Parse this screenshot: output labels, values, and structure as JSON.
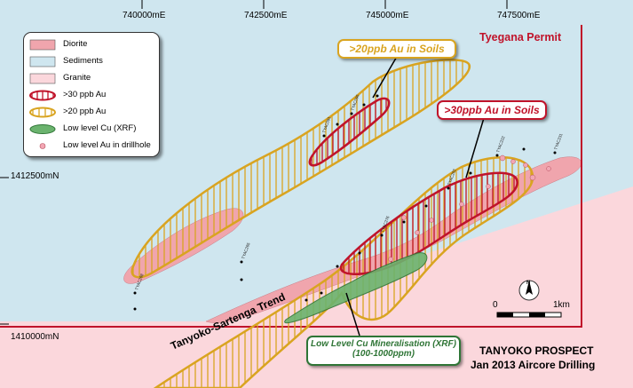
{
  "grid": {
    "eastings": [
      "740000mE",
      "742500mE",
      "745000mE",
      "747500mE"
    ],
    "northings": [
      "1412500mN",
      "1410000mN"
    ]
  },
  "legend": {
    "items": [
      {
        "label": "Diorite",
        "symbol": "diorite-swatch"
      },
      {
        "label": "Sediments",
        "symbol": "sediments-swatch"
      },
      {
        "label": "Granite",
        "symbol": "granite-swatch"
      },
      {
        "label": ">30 ppb Au",
        "symbol": "red-hatched-ellipse"
      },
      {
        "label": ">20 ppb Au",
        "symbol": "yellow-hatched-ellipse"
      },
      {
        "label": "Low level Cu (XRF)",
        "symbol": "green-ellipse"
      },
      {
        "label": "Low level Au in drillhole",
        "symbol": "pink-dot"
      }
    ]
  },
  "labels": {
    "permit": "Tyegana Permit",
    "callout_20ppb": ">20ppb Au in Soils",
    "callout_30ppb": ">30ppb Au in Soils",
    "callout_cu_line1": "Low Level Cu Mineralisation (XRF)",
    "callout_cu_line2": "(100-1000ppm)",
    "trend": "Tanyoko-Sartenga Trend",
    "title_line1": "TANYOKO PROSPECT",
    "title_line2": "Jan 2013 Aircore Drilling"
  },
  "scale_bar": {
    "start": "0",
    "end": "1km",
    "north": "N"
  },
  "colors": {
    "diorite": "#f0a5ad",
    "sediments": "#cfe6ef",
    "granite": "#fbd7dc",
    "au30": "#c0132a",
    "au20": "#d9a420",
    "cu": "#4f9a57",
    "permit": "#c0132a"
  }
}
